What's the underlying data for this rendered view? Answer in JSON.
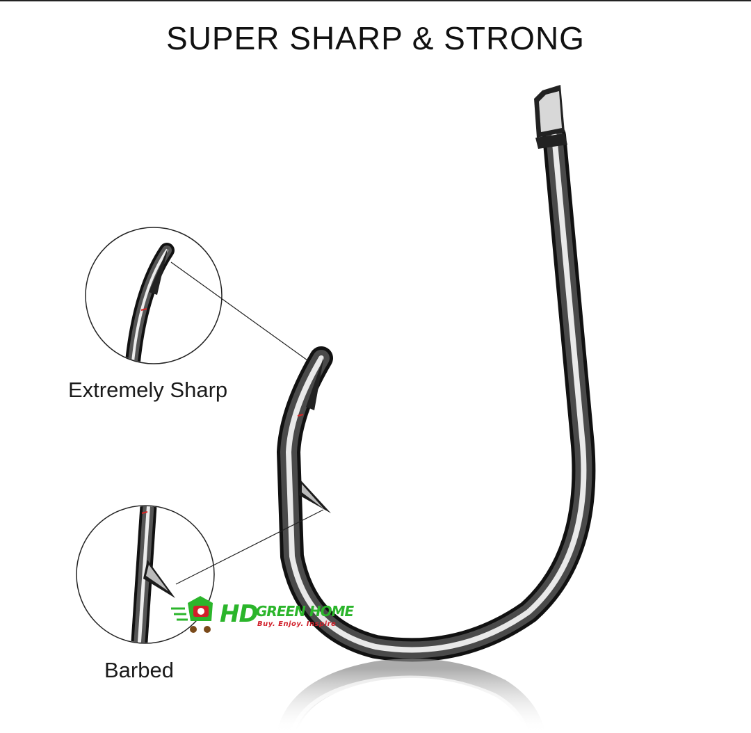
{
  "title": "SUPER SHARP & STRONG",
  "callouts": {
    "sharp": "Extremely Sharp",
    "barbed": "Barbed"
  },
  "watermark": {
    "hd": "HD",
    "name": "GREEN HOME",
    "tagline": "Buy. Enjoy. Inspire",
    "colors": {
      "green": "#2bb52b",
      "red": "#d11f2a"
    }
  },
  "colors": {
    "hook_dark": "#1a1a1a",
    "hook_light": "#d8d8d8",
    "text": "#111111"
  }
}
